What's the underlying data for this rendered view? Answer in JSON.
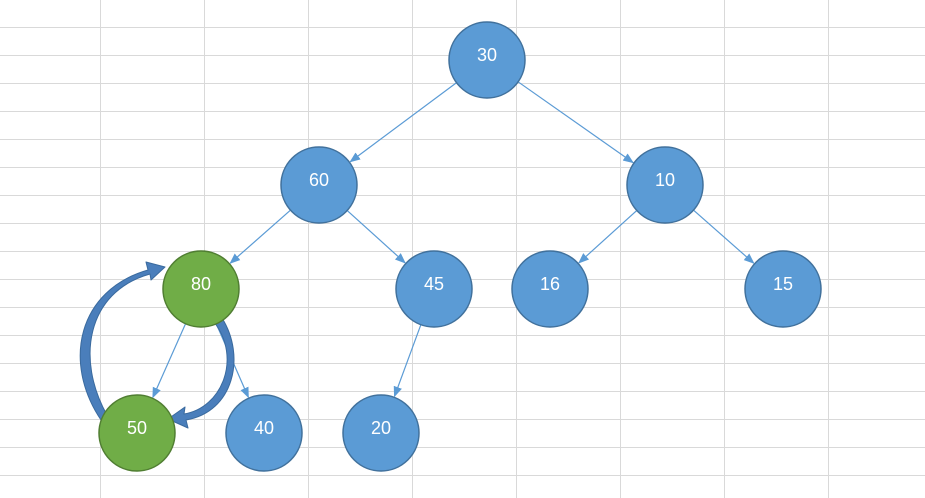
{
  "colors": {
    "background": "#ffffff",
    "gridline": "#d9d9d9",
    "node_blue_fill": "#5b9bd5",
    "node_blue_stroke": "#41719c",
    "node_green_fill": "#70ad47",
    "node_green_stroke": "#507e32",
    "edge": "#5b9bd5",
    "curved_arrow": "#4a7ebb",
    "label": "#ffffff"
  },
  "nodes": [
    {
      "id": "n30",
      "label": "30",
      "color": "blue"
    },
    {
      "id": "n60",
      "label": "60",
      "color": "blue"
    },
    {
      "id": "n10",
      "label": "10",
      "color": "blue"
    },
    {
      "id": "n80",
      "label": "80",
      "color": "green"
    },
    {
      "id": "n45",
      "label": "45",
      "color": "blue"
    },
    {
      "id": "n16",
      "label": "16",
      "color": "blue"
    },
    {
      "id": "n15",
      "label": "15",
      "color": "blue"
    },
    {
      "id": "n50",
      "label": "50",
      "color": "green"
    },
    {
      "id": "n40",
      "label": "40",
      "color": "blue"
    },
    {
      "id": "n20",
      "label": "20",
      "color": "blue"
    }
  ],
  "edges": [
    {
      "from": "n30",
      "to": "n60"
    },
    {
      "from": "n30",
      "to": "n10"
    },
    {
      "from": "n60",
      "to": "n80"
    },
    {
      "from": "n60",
      "to": "n45"
    },
    {
      "from": "n10",
      "to": "n16"
    },
    {
      "from": "n10",
      "to": "n15"
    },
    {
      "from": "n80",
      "to": "n50"
    },
    {
      "from": "n80",
      "to": "n40"
    },
    {
      "from": "n45",
      "to": "n20"
    }
  ],
  "swap_arrows": [
    {
      "from": "n50",
      "to": "n80"
    },
    {
      "from": "n80",
      "to": "n50"
    }
  ]
}
